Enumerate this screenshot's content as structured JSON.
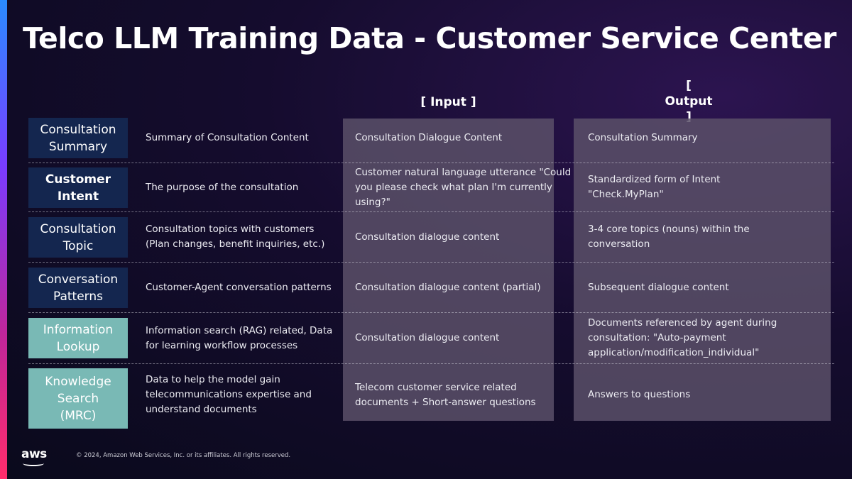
{
  "slide": {
    "title": "Telco LLM Training Data - Customer Service Center",
    "input_header": "[ Input ]",
    "output_header": "[\nOutput\n]",
    "rows": [
      {
        "label": "Consultation\nSummary",
        "description": "Summary of Consultation Content",
        "input": "Consultation Dialogue Content",
        "output": "Consultation Summary"
      },
      {
        "label": "Customer\nIntent",
        "description": "The purpose of the consultation",
        "input": "Customer natural language utterance \"Could you please check what plan I'm currently using?\"",
        "output": "Standardized form of Intent \"Check.MyPlan\""
      },
      {
        "label": "Consultation\nTopic",
        "description": "Consultation topics with customers (Plan changes, benefit inquiries, etc.)",
        "input": "Consultation dialogue content",
        "output": "3-4 core topics (nouns) within the conversation"
      },
      {
        "label": "Conversation\nPatterns",
        "description": "Customer-Agent conversation patterns",
        "input": "Consultation dialogue content (partial)",
        "output": "Subsequent dialogue content"
      },
      {
        "label": "Information\nLookup",
        "description": "Information search (RAG) related, Data for learning workflow processes",
        "input": "Consultation dialogue content",
        "output": "Documents referenced by agent during consultation: \"Auto-payment application/modification_individual\""
      },
      {
        "label": "Knowledge\nSearch\n(MRC)",
        "description": "Data to help the model gain telecommunications expertise and understand documents",
        "input": "Telecom customer service related documents + Short-answer questions",
        "output": "Answers to questions"
      }
    ]
  },
  "footer": {
    "logo": "aws",
    "copyright": "© 2024, Amazon Web Services, Inc. or its affiliates. All rights reserved."
  },
  "colors": {
    "label_dark": "#14264f",
    "label_teal": "#79b9b5",
    "panel": "#5a5068"
  }
}
